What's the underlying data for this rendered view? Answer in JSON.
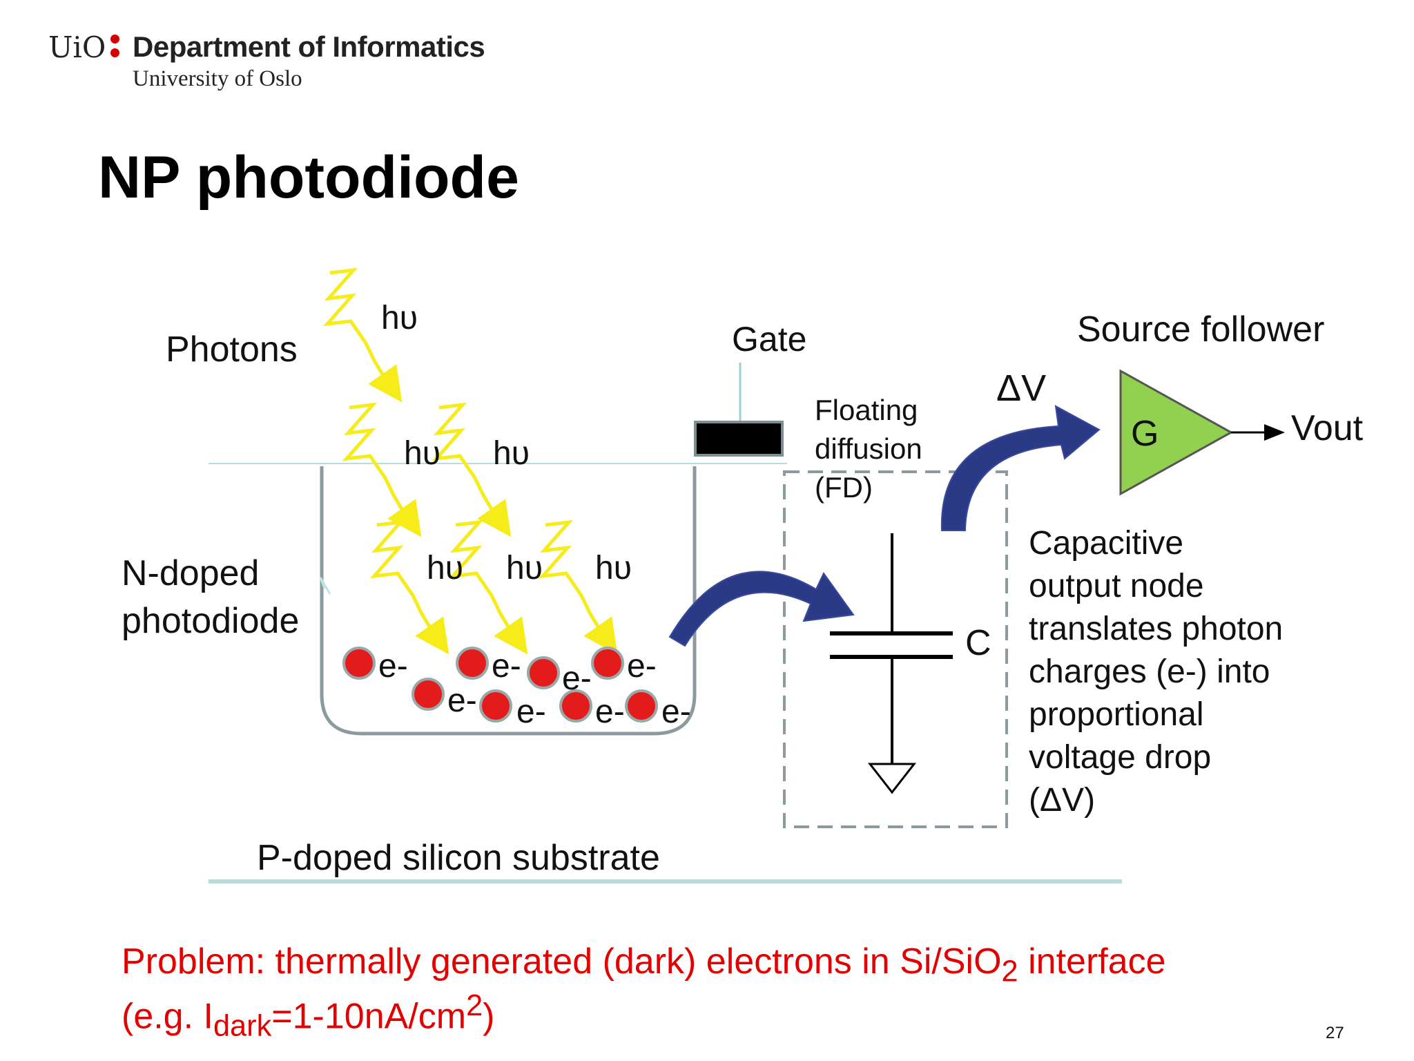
{
  "header": {
    "logo_uio": "UiO",
    "department": "Department of Informatics",
    "university": "University of Oslo"
  },
  "title": "NP photodiode",
  "diagram": {
    "photons_label": "Photons",
    "photon_symbol": "hυ",
    "gate_label": "Gate",
    "fd_line1": "Floating",
    "fd_line2": "diffusion",
    "fd_line3": "(FD)",
    "delta_v": "ΔV",
    "source_follower": "Source follower",
    "gain_label": "G",
    "vout": "Vout",
    "capacitor_label": "C",
    "ndoped_line1": "N-doped",
    "ndoped_line2": "photodiode",
    "electron_label": "e-",
    "substrate": "P-doped silicon substrate",
    "description": [
      "Capacitive",
      "output node",
      "translates photon",
      "charges (e-) into",
      "proportional",
      "voltage drop",
      "(ΔV)"
    ]
  },
  "colors": {
    "photon": "#f5ec1a",
    "electron": "#e31b1b",
    "arrow": "#2b3a86",
    "amplifier": "#92d050",
    "problem_text": "#e30000",
    "well_outline": "#8a9a9d",
    "surface_line": "#b9dcdc"
  },
  "problem": {
    "line1_pre": "Problem: thermally generated (dark) electrons in Si/SiO",
    "line1_sub": "2",
    "line1_post": " interface",
    "line2_pre": "(e.g. I",
    "line2_sub": "dark",
    "line2_mid": "=1-10nA/cm",
    "line2_sup": "2",
    "line2_post": ")"
  },
  "slide_number": "27"
}
